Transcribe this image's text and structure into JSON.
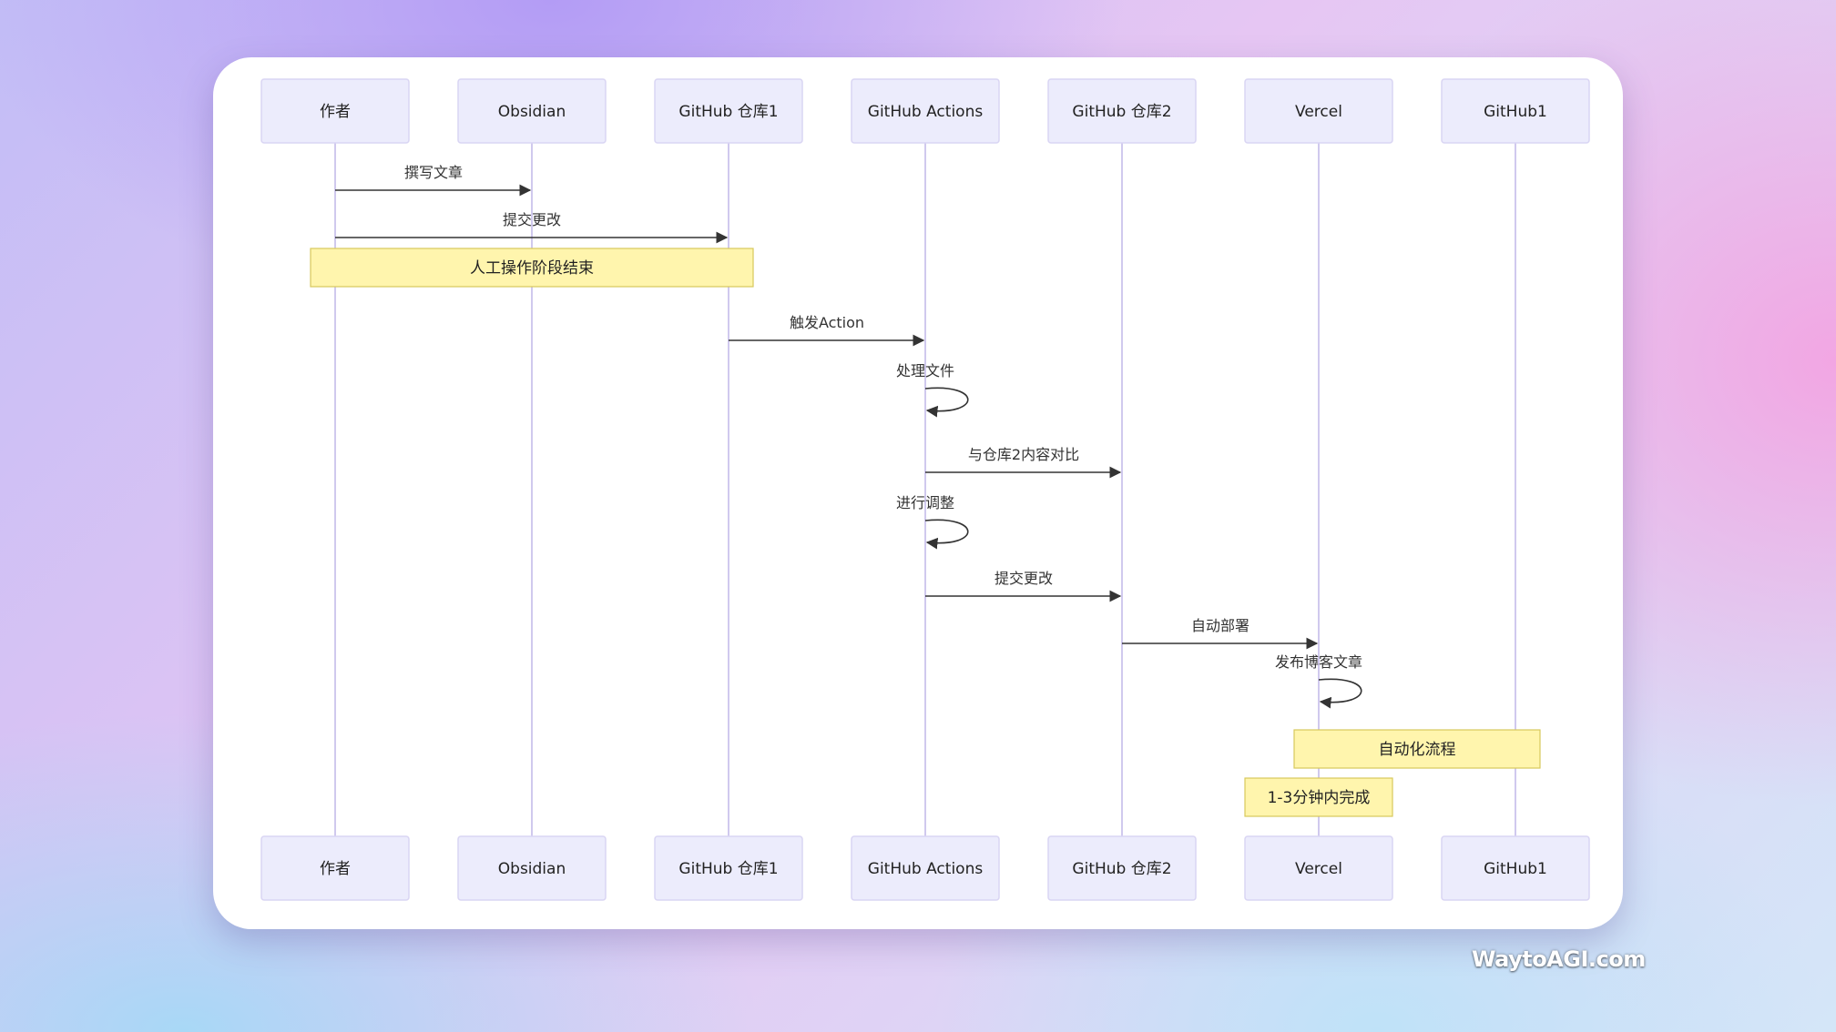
{
  "actors": [
    {
      "id": "author",
      "label": "作者"
    },
    {
      "id": "obsidian",
      "label": "Obsidian"
    },
    {
      "id": "repo1",
      "label": "GitHub 仓库1"
    },
    {
      "id": "actions",
      "label": "GitHub Actions"
    },
    {
      "id": "repo2",
      "label": "GitHub 仓库2"
    },
    {
      "id": "vercel",
      "label": "Vercel"
    },
    {
      "id": "github1",
      "label": "GitHub1"
    }
  ],
  "steps": [
    {
      "kind": "message",
      "from": "author",
      "to": "obsidian",
      "label": "撰写文章"
    },
    {
      "kind": "message",
      "from": "author",
      "to": "repo1",
      "label": "提交更改"
    },
    {
      "kind": "note",
      "over": [
        "author",
        "repo1"
      ],
      "label": "人工操作阶段结束"
    },
    {
      "kind": "message",
      "from": "repo1",
      "to": "actions",
      "label": "触发Action"
    },
    {
      "kind": "self",
      "actor": "actions",
      "label": "处理文件"
    },
    {
      "kind": "message",
      "from": "actions",
      "to": "repo2",
      "label": "与仓库2内容对比"
    },
    {
      "kind": "self",
      "actor": "actions",
      "label": "进行调整"
    },
    {
      "kind": "message",
      "from": "actions",
      "to": "repo2",
      "label": "提交更改"
    },
    {
      "kind": "message",
      "from": "repo2",
      "to": "vercel",
      "label": "自动部署"
    },
    {
      "kind": "self",
      "actor": "vercel",
      "label": "发布博客文章"
    },
    {
      "kind": "note",
      "over": [
        "vercel",
        "github1"
      ],
      "label": "自动化流程"
    },
    {
      "kind": "note",
      "over": [
        "vercel"
      ],
      "label": "1-3分钟内完成"
    }
  ],
  "watermark": "WaytoAGI.com",
  "colors": {
    "actor_fill": "#ececfc",
    "lifeline": "#d0c9ee",
    "note_fill": "#fff5ad",
    "arrow": "#333333"
  }
}
